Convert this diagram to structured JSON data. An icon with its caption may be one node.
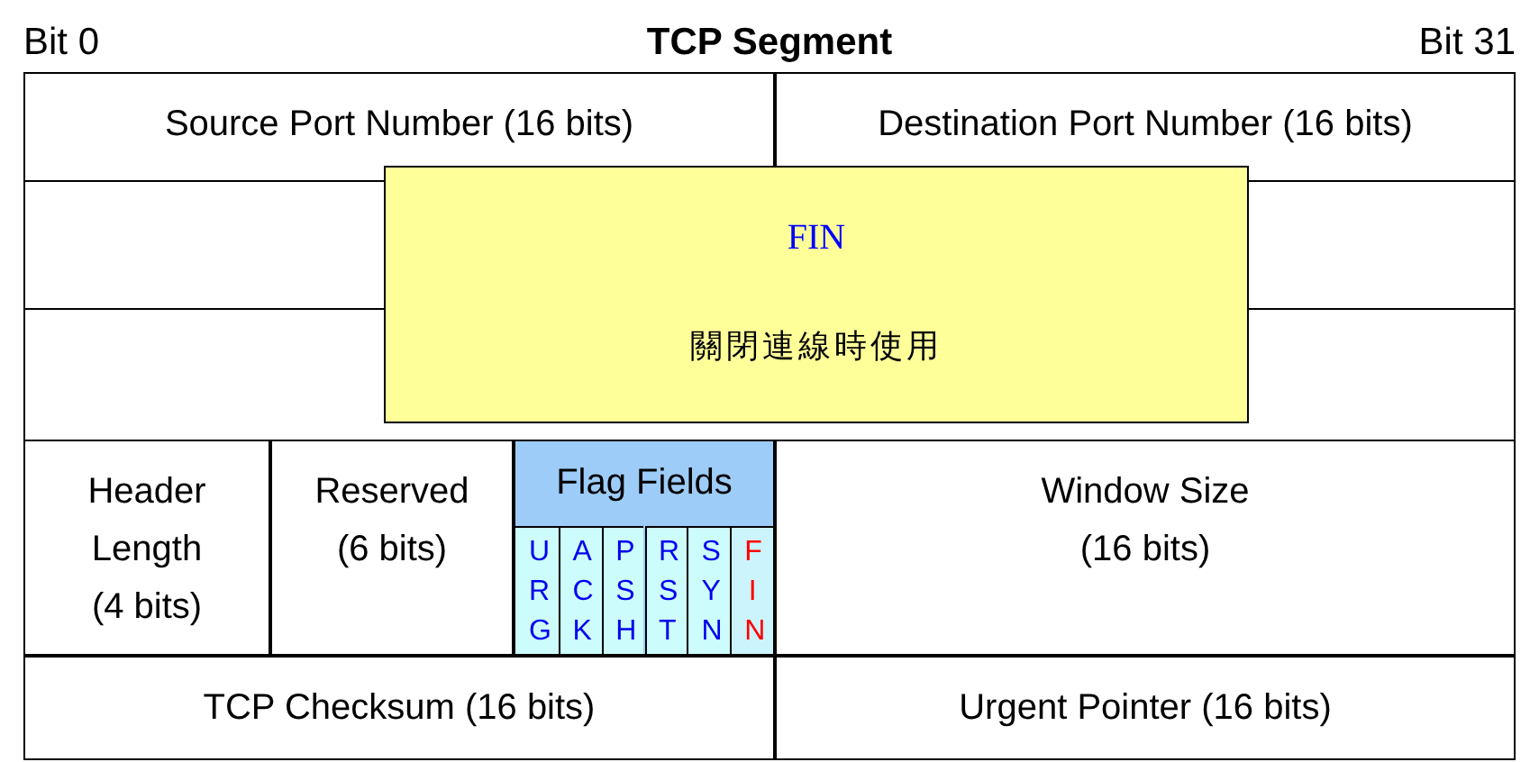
{
  "diagram": {
    "title": "TCP Segment",
    "nodes": [
      {
        "text": [
          "Source Port Number (16 bits)"
        ]
      },
      {
        "text": [
          "Destination Port Number (16 bits)"
        ]
      },
      {
        "text": [
          "Header Length (4 bits)"
        ]
      },
      {
        "text": [
          "Reserved (6 bits)"
        ]
      },
      {
        "text": [
          "Flag Fields"
        ]
      },
      {
        "text": [
          "URG"
        ],
        "in": 4
      },
      {
        "text": [
          "ACK"
        ],
        "in": 4
      },
      {
        "text": [
          "PSH"
        ],
        "in": 4
      },
      {
        "text": [
          "RST"
        ],
        "in": 4
      },
      {
        "text": [
          "SYN"
        ],
        "in": 4
      },
      {
        "text": [
          "FIN"
        ],
        "in": 4
      },
      {
        "text": [
          "Window Size (16 bits)"
        ]
      },
      {
        "text": [
          "TCP Checksum (16 bits)"
        ]
      },
      {
        "text": [
          "Urgent Pointer (16 bits)"
        ]
      },
      {
        "text": [
          "FIN",
          "關閉連線時使用"
        ]
      }
    ],
    "labels": [
      "Bit 0",
      "Bit 31"
    ]
  }
}
